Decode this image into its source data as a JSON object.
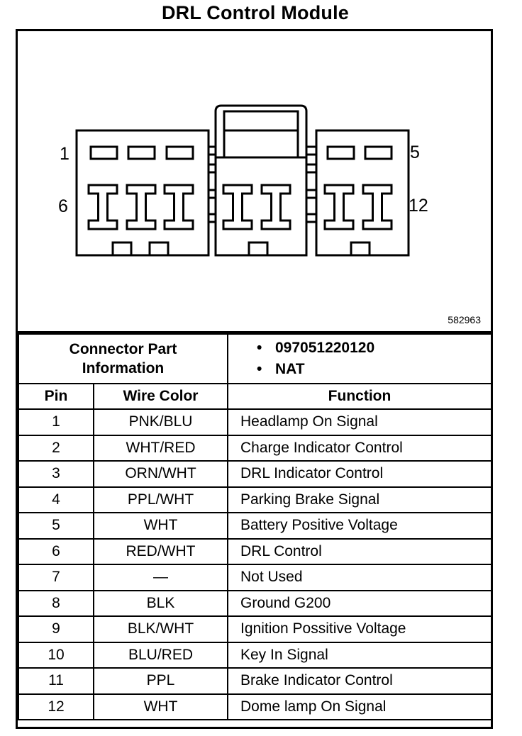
{
  "title": "DRL Control Module",
  "figure_number": "582963",
  "connector": {
    "pin_labels": {
      "top_left": "1",
      "bottom_left": "6",
      "top_right": "5",
      "bottom_right": "12"
    },
    "part_info_label": [
      "Connector Part",
      "Information"
    ],
    "part_info_values": [
      "097051220120",
      "NAT"
    ]
  },
  "table": {
    "headers": {
      "pin": "Pin",
      "wire_color": "Wire Color",
      "function": "Function"
    },
    "rows": [
      {
        "pin": "1",
        "wire_color": "PNK/BLU",
        "function": "Headlamp On Signal"
      },
      {
        "pin": "2",
        "wire_color": "WHT/RED",
        "function": "Charge Indicator Control"
      },
      {
        "pin": "3",
        "wire_color": "ORN/WHT",
        "function": "DRL Indicator Control"
      },
      {
        "pin": "4",
        "wire_color": "PPL/WHT",
        "function": "Parking Brake Signal"
      },
      {
        "pin": "5",
        "wire_color": "WHT",
        "function": "Battery Positive Voltage"
      },
      {
        "pin": "6",
        "wire_color": "RED/WHT",
        "function": "DRL Control"
      },
      {
        "pin": "7",
        "wire_color": "—",
        "function": "Not Used"
      },
      {
        "pin": "8",
        "wire_color": "BLK",
        "function": "Ground G200"
      },
      {
        "pin": "9",
        "wire_color": "BLK/WHT",
        "function": "Ignition Possitive Voltage"
      },
      {
        "pin": "10",
        "wire_color": "BLU/RED",
        "function": "Key In Signal"
      },
      {
        "pin": "11",
        "wire_color": "PPL",
        "function": "Brake Indicator Control"
      },
      {
        "pin": "12",
        "wire_color": "WHT",
        "function": "Dome lamp On Signal"
      }
    ]
  }
}
